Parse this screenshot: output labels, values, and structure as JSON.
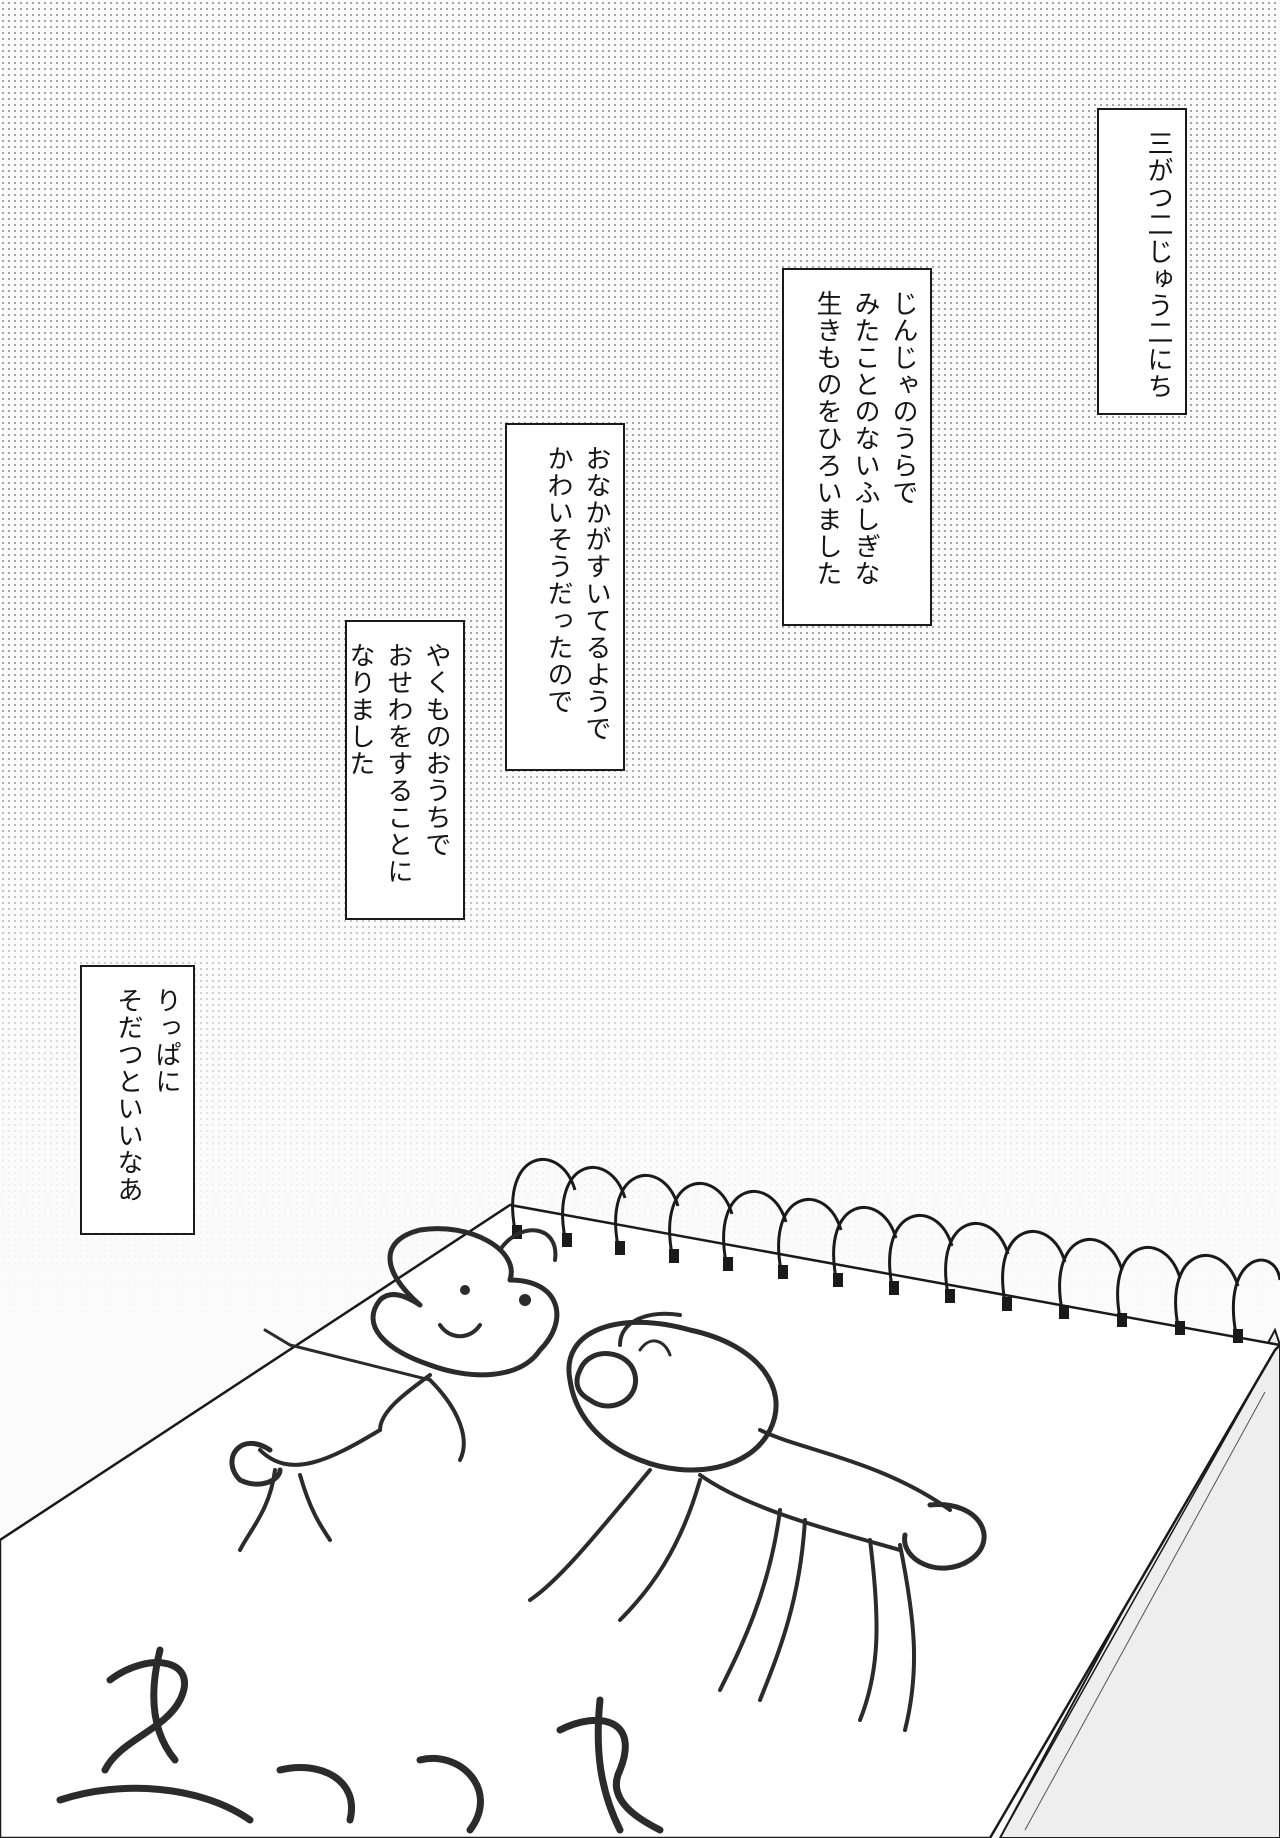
{
  "captions": {
    "date": {
      "lines": [
        "三がつ二じゅう二にち"
      ]
    },
    "found": {
      "lines": [
        "じんじゃのうらで",
        "みたことのないふしぎな",
        "生きものをひろいました"
      ]
    },
    "hungry": {
      "lines": [
        "おなかがすいてるようで",
        "かわいそうだったので"
      ]
    },
    "care": {
      "lines": [
        "やくものおうちで",
        "おせわをすることに",
        "なりました"
      ]
    },
    "grow": {
      "lines": [
        "りっぱに",
        "そだつといいなあ"
      ]
    }
  },
  "sketchbook": {
    "icon": "spiral-sketchbook-with-crayon-drawing"
  }
}
